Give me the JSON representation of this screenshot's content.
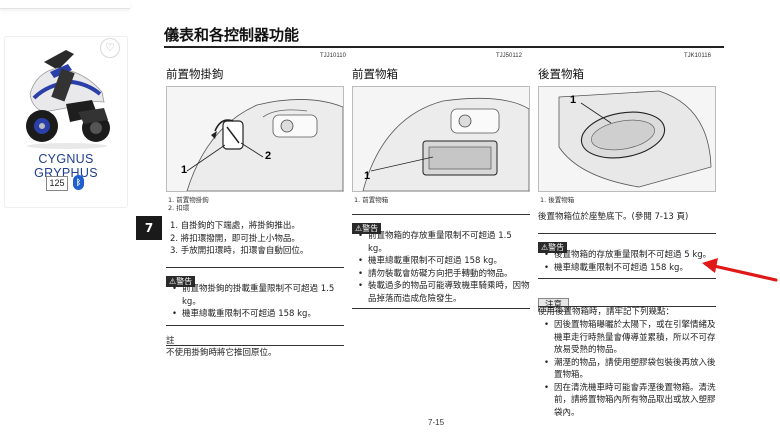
{
  "product_card": {
    "model_name": "CYGNUS GRYPHUS",
    "displacement": "125",
    "bluetooth_icon": "bluetooth-icon",
    "favorite_icon": "heart-icon"
  },
  "manual": {
    "title": "儀表和各控制器功能",
    "chapter": "7",
    "page_number": "7-15",
    "columns": [
      {
        "code": "TJJ10110",
        "heading": "前置物掛鉤",
        "callouts": [
          "1",
          "2"
        ],
        "captions": [
          "1.  前置物掛鉤",
          "2.  扣環"
        ],
        "steps": [
          "1.  自掛鉤的下端處，將掛鉤推出。",
          "2.  將扣環撥開，即可掛上小物品。",
          "3.  手放開扣環時，扣環會自動回位。"
        ],
        "warning_label": "警告",
        "warning_items": [
          "前置物掛鉤的掛載重量限制不可超過 1.5 kg。",
          "機車總載重限制不可超過 158 kg。"
        ],
        "note_label": "註",
        "note_text": "不使用掛鉤時將它推回原位。"
      },
      {
        "code": "TJJ50112",
        "heading": "前置物箱",
        "callouts": [
          "1"
        ],
        "captions": [
          "1.  前置物箱"
        ],
        "warning_label": "警告",
        "warning_items": [
          "前置物箱的存放重量限制不可超過 1.5 kg。",
          "機車總載重限制不可超過 158 kg。",
          "請勿裝載會妨礙方向把手轉動的物品。",
          "裝載過多的物品可能導致機車騎乘時，因物品掉落而造成危險發生。"
        ]
      },
      {
        "code": "TJK10116",
        "heading": "後置物箱",
        "callouts": [
          "1"
        ],
        "captions": [
          "1.  後置物箱"
        ],
        "intro": "後置物箱位於座墊底下。(參閱 7-13 頁)",
        "warning_label": "警告",
        "warning_items": [
          "後置物箱的存放重量限制不可超過 5 kg。",
          "機車總載重限制不可超過 158 kg。"
        ],
        "notice_label": "注意",
        "notice_intro": "使用後置物箱時，請牢記下列幾點：",
        "notice_items": [
          "因後置物箱曝曬於太陽下，或在引擎情緒及機車走行時熱量會傳導並累積，所以不可存放易受熱的物品。",
          "潮溼的物品，請使用塑膠袋包裝後再放入後置物箱。",
          "因在清洗機車時可能會弄溼後置物箱。清洗前，請將置物箱內所有物品取出或放入塑膠袋內。"
        ]
      }
    ],
    "annotation_color": "#e01818"
  }
}
